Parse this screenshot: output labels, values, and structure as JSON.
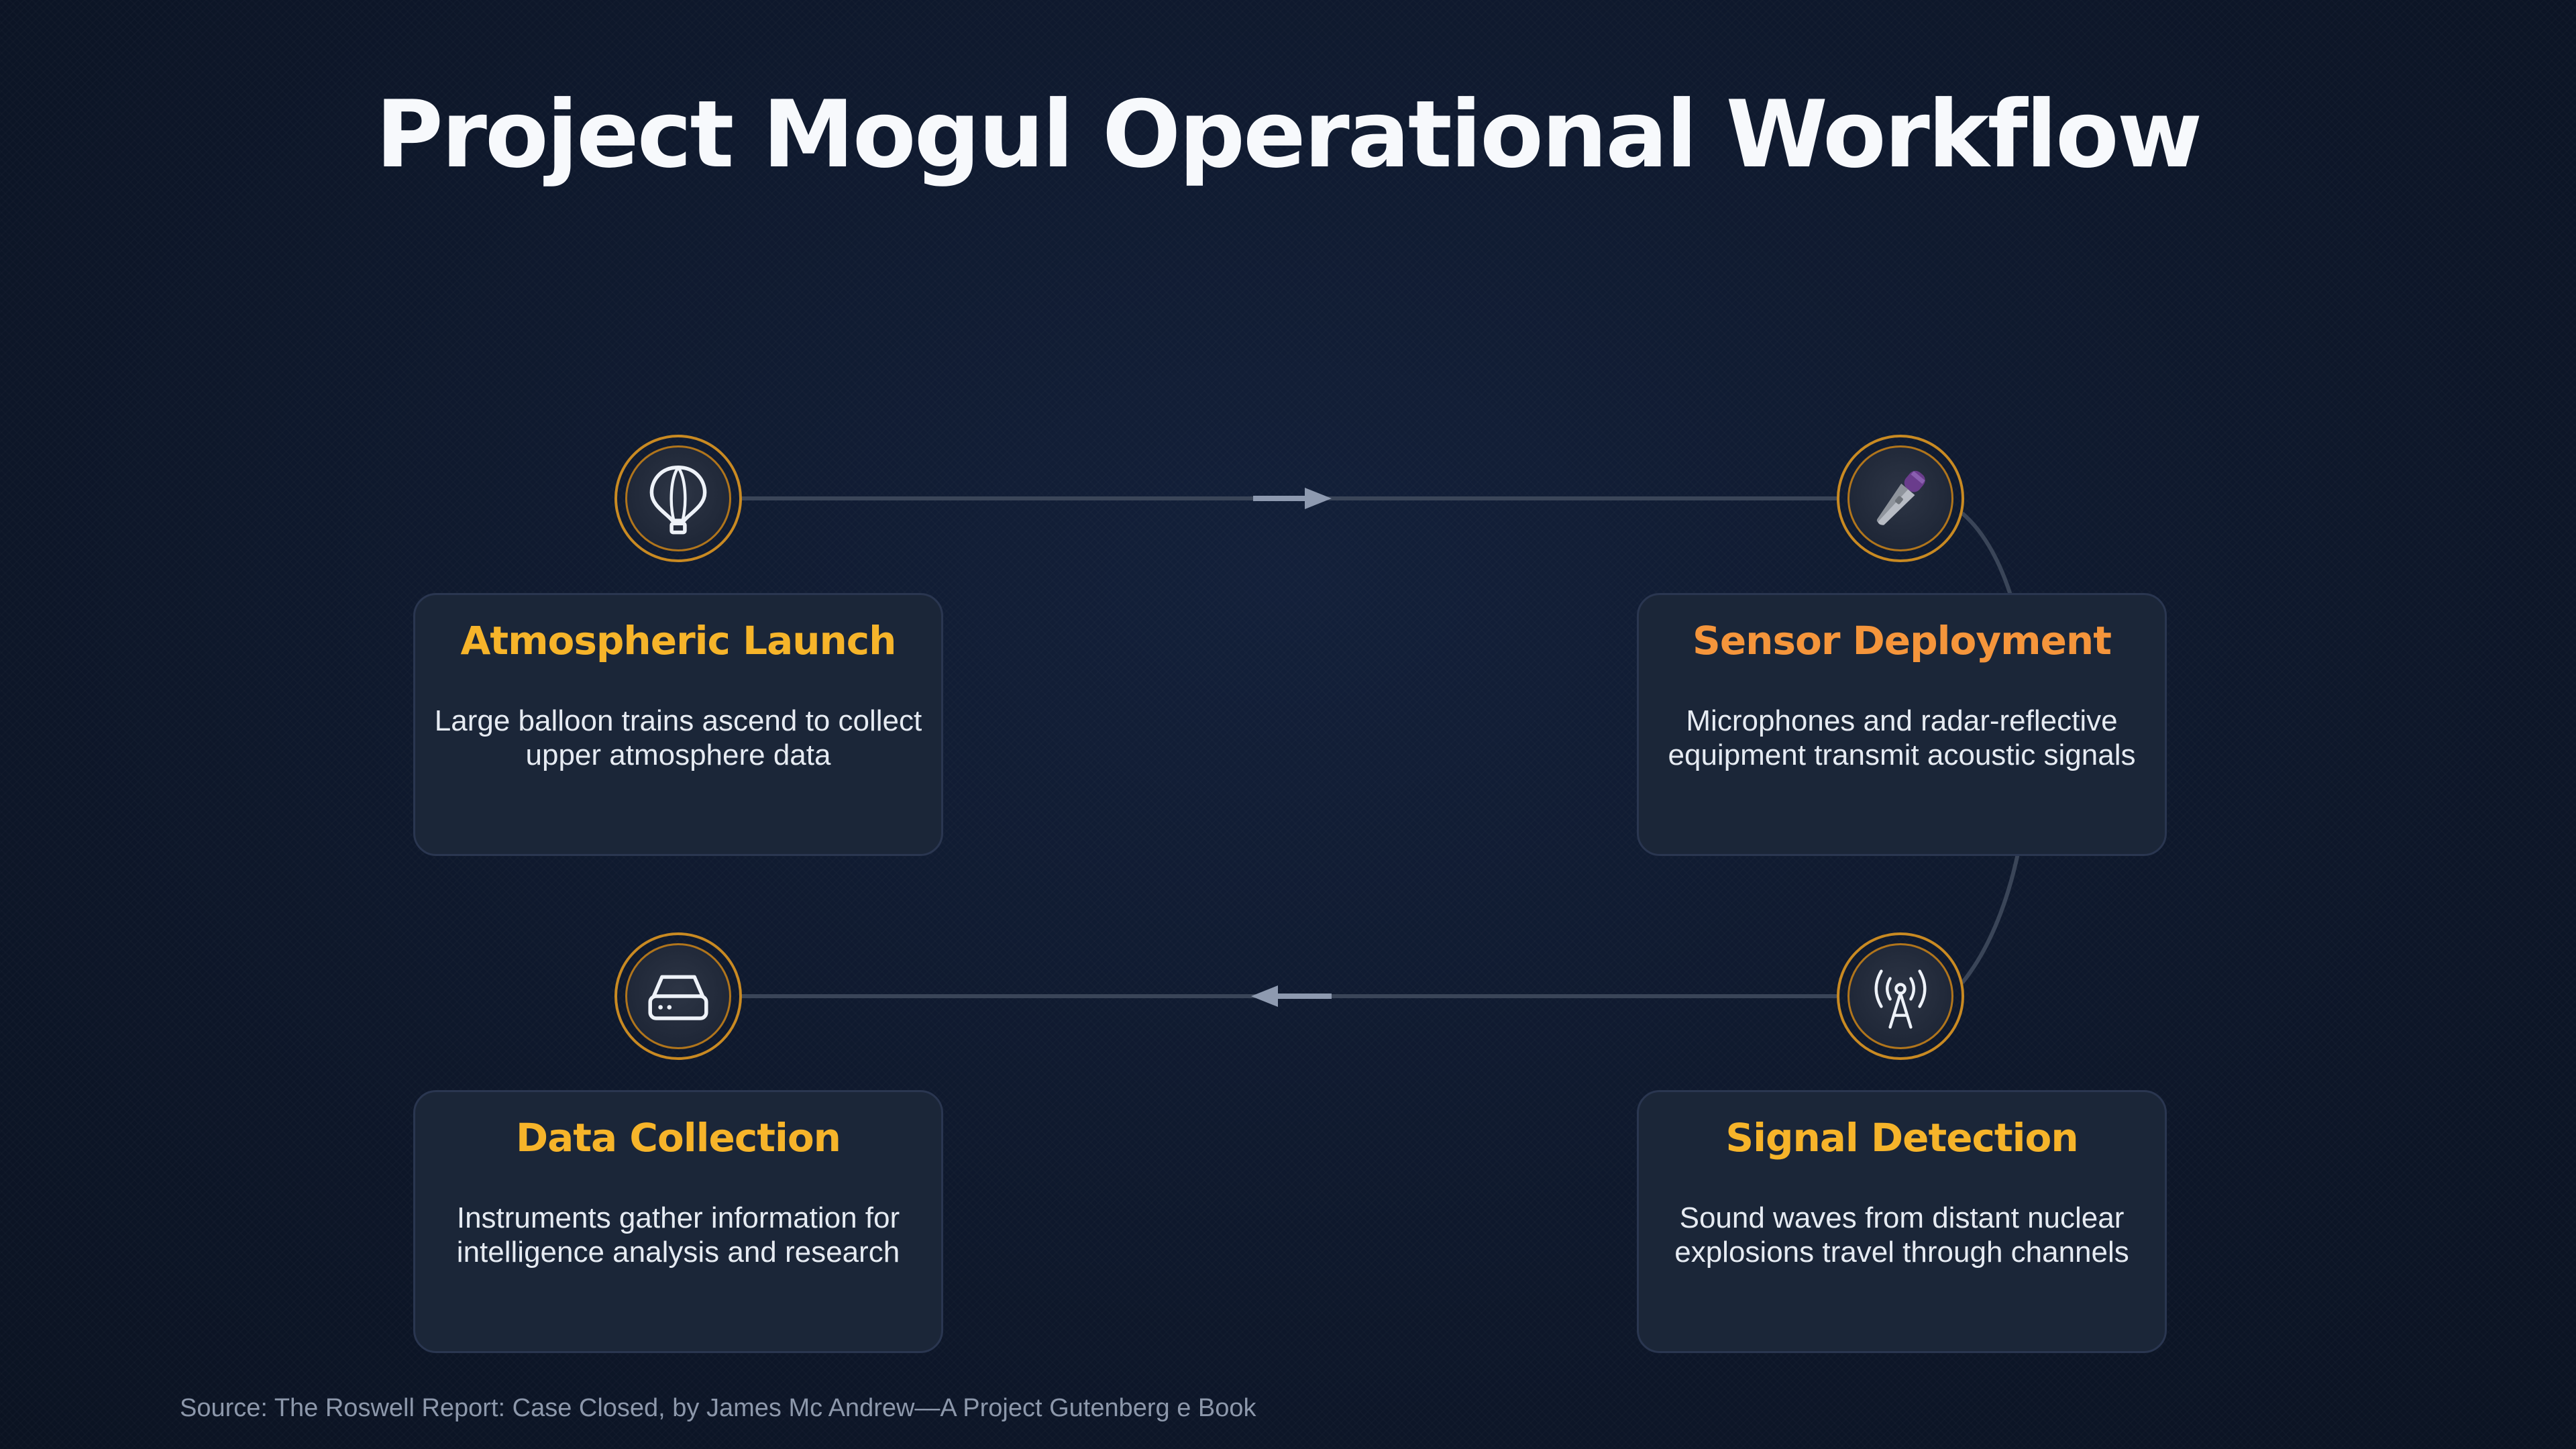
{
  "title": "Project Mogul Operational Workflow",
  "steps": [
    {
      "title": "Atmospheric Launch",
      "description": "Large balloon trains ascend to collect upper atmosphere data",
      "icon": "hot-air-balloon-icon",
      "title_color": "#f6b42a"
    },
    {
      "title": "Sensor Deployment",
      "description": "Microphones and radar-reflective equipment transmit acoustic signals",
      "icon": "microphone-icon",
      "title_color": "#f5953b"
    },
    {
      "title": "Signal Detection",
      "description": "Sound waves from distant nuclear explosions travel through channels",
      "icon": "broadcast-tower-icon",
      "title_color": "#f6b42a"
    },
    {
      "title": "Data Collection",
      "description": "Instruments gather information for intelligence analysis and research",
      "icon": "storage-drive-icon",
      "title_color": "#f6b42a"
    }
  ],
  "source": "Source: The Roswell Report: Case Closed, by James Mc Andrew—A Project Gutenberg e Book",
  "colors": {
    "background": "#0f1a2e",
    "accent_gold": "#f6b42a",
    "accent_orange": "#f5953b",
    "node_ring": "#c98a22",
    "card_background": "#1b2638",
    "connector": "#3a4558"
  }
}
